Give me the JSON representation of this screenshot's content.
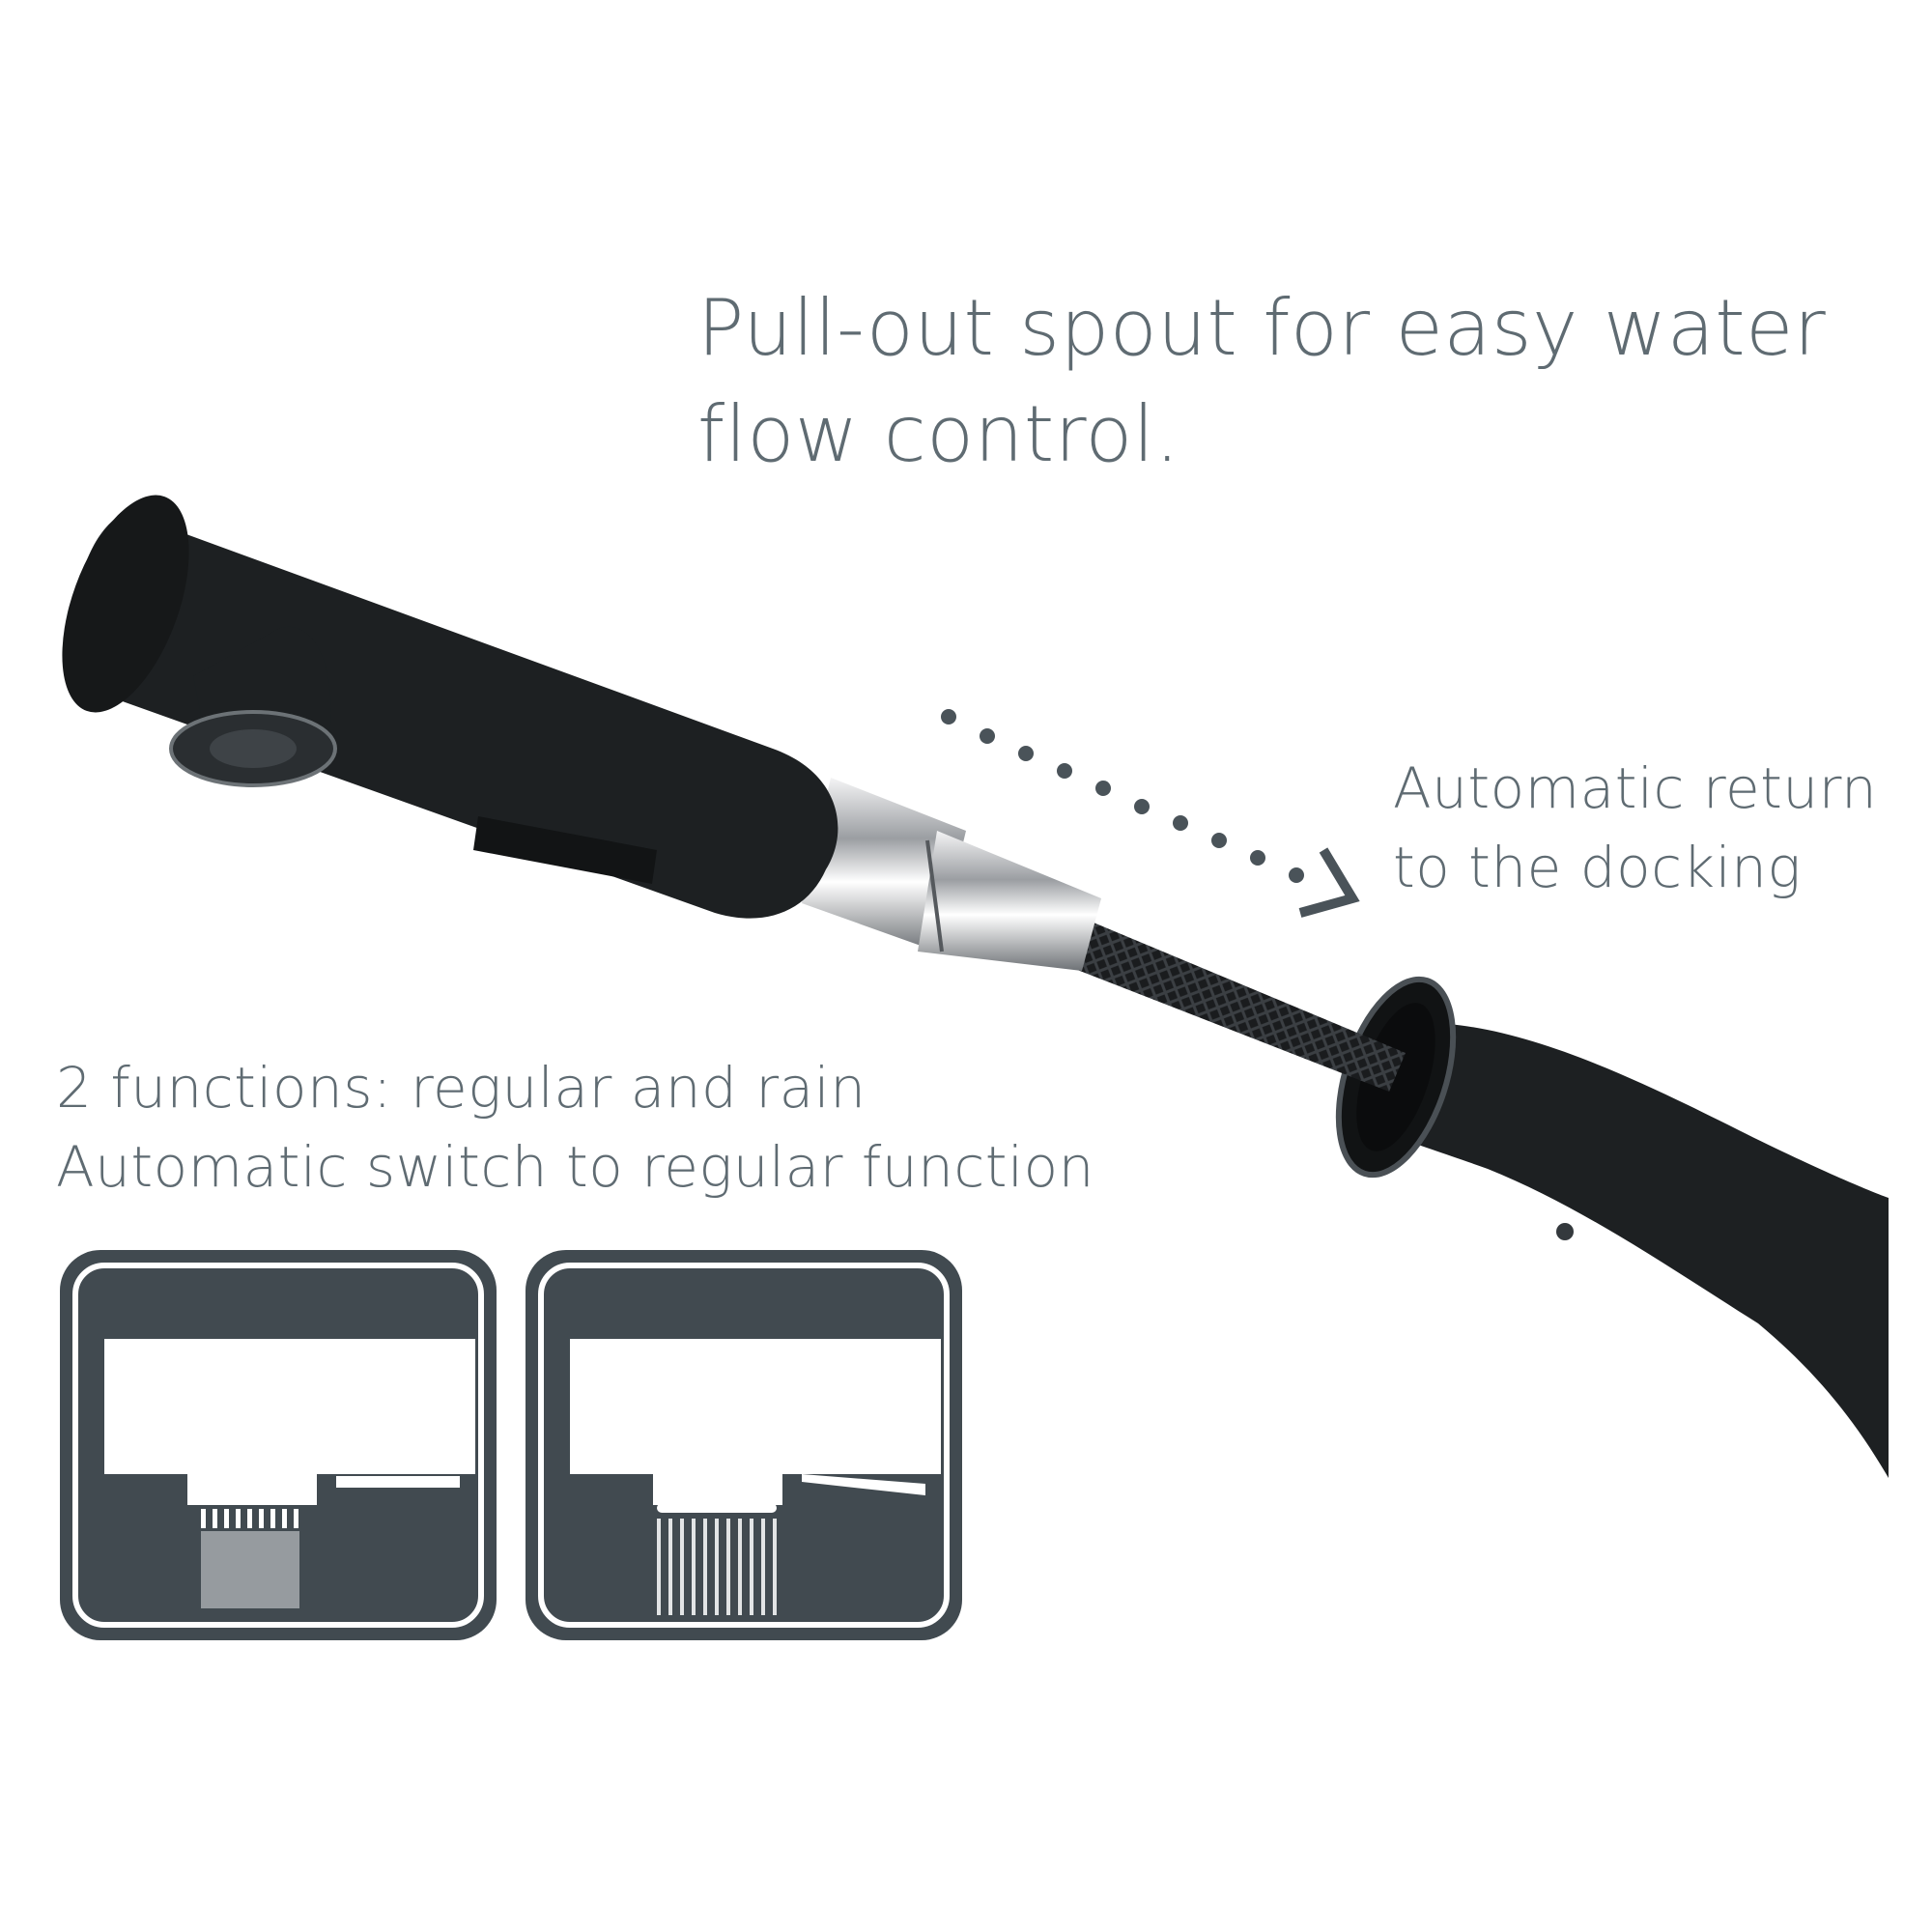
{
  "headline": {
    "line1": "Pull-out spout for easy water",
    "line2": "flow control."
  },
  "return_note": {
    "line1": "Automatic return",
    "line2": "to the docking"
  },
  "functions_note": {
    "line1": "2 functions: regular and rain",
    "line2": "Automatic switch to regular function"
  },
  "colors": {
    "text": "#5f6b72",
    "icon_frame": "#414a50",
    "faucet": "#1d2022",
    "chrome": "#c9cbcd"
  },
  "icons": {
    "regular": "regular-spray-icon",
    "rain": "rain-spray-icon"
  }
}
